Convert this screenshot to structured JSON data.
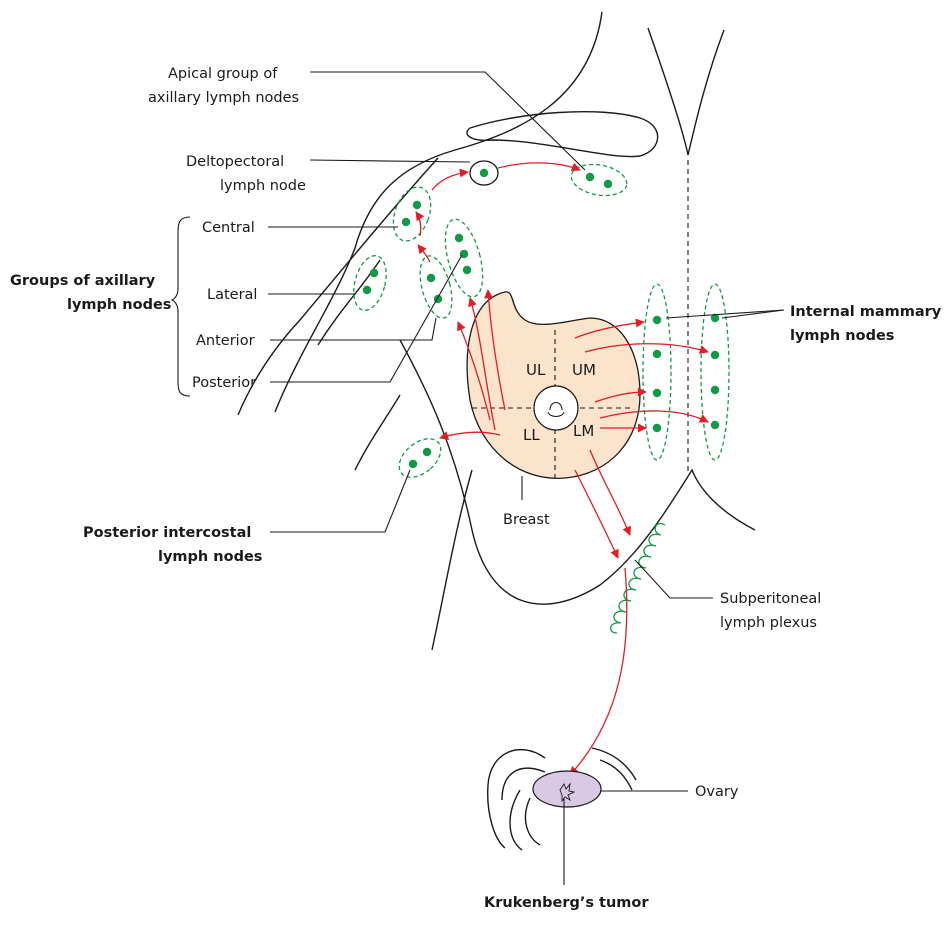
{
  "labels": {
    "apical": "Apical group of",
    "apical2": "axillary lymph nodes",
    "deltopectoral": "Deltopectoral",
    "deltopectoral2": "lymph node",
    "central": "Central",
    "lateral": "Lateral",
    "anterior": "Anterior",
    "posterior": "Posterior",
    "groups": "Groups of axillary",
    "groups2": "lymph nodes",
    "internal": "Internal mammary",
    "internal2": "lymph nodes",
    "post_intercostal": "Posterior intercostal",
    "post_intercostal2": "lymph nodes",
    "breast": "Breast",
    "subperitoneal": "Subperitoneal",
    "subperitoneal2": "lymph plexus",
    "ovary": "Ovary",
    "krukenberg": "Krukenberg’s tumor"
  },
  "quadrants": {
    "ul": "UL",
    "um": "UM",
    "ll": "LL",
    "lm": "LM"
  },
  "colors": {
    "flow_arrow": "#e01e26",
    "lymph_node": "#0f9a45",
    "breast_fill": "#fbe3cc",
    "ovary_fill": "#d9c9e6"
  }
}
